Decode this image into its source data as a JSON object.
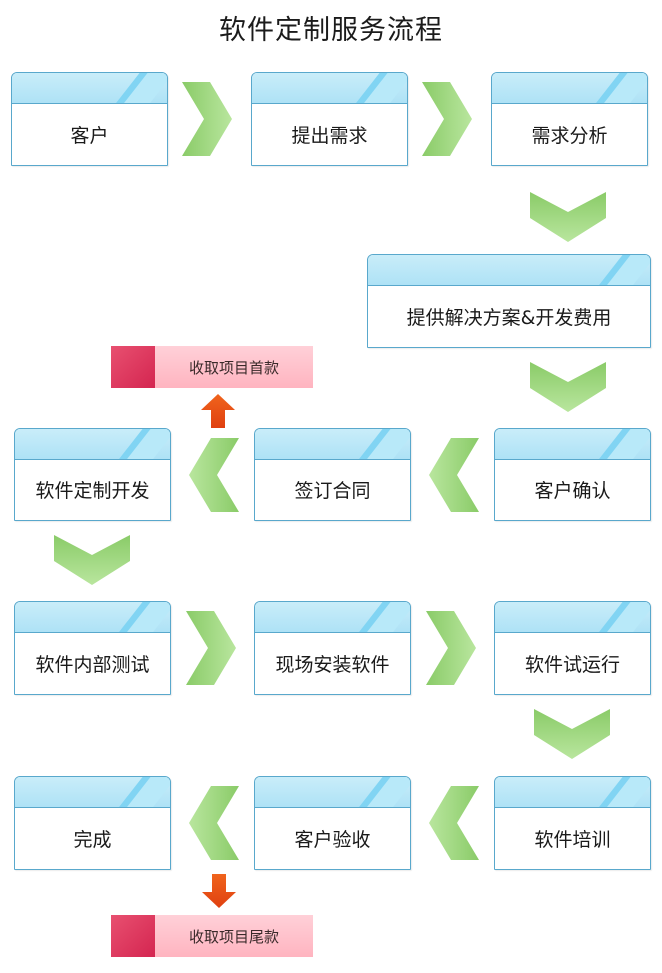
{
  "diagram": {
    "title": "软件定制服务流程",
    "steps": [
      {
        "id": "s1",
        "label": "客户"
      },
      {
        "id": "s2",
        "label": "提出需求"
      },
      {
        "id": "s3",
        "label": "需求分析"
      },
      {
        "id": "s4",
        "label": "提供解决方案&开发费用"
      },
      {
        "id": "s5",
        "label": "客户确认"
      },
      {
        "id": "s6",
        "label": "签订合同"
      },
      {
        "id": "s7",
        "label": "软件定制开发"
      },
      {
        "id": "s8",
        "label": "软件内部测试"
      },
      {
        "id": "s9",
        "label": "现场安装软件"
      },
      {
        "id": "s10",
        "label": "软件试运行"
      },
      {
        "id": "s11",
        "label": "软件培训"
      },
      {
        "id": "s12",
        "label": "客户验收"
      },
      {
        "id": "s13",
        "label": "完成"
      }
    ],
    "payments": [
      {
        "label": "收取项目首款",
        "attached_to": "签订合同"
      },
      {
        "label": "收取项目尾款",
        "attached_to": "客户验收"
      }
    ],
    "colors": {
      "box_border": "#59a8cc",
      "box_header": "#c9edf9",
      "box_header_stripe": "#7dd3f2",
      "arrow_green": "#8fd070",
      "payment_arrow": "#e8501a",
      "payment_square": "#d42550",
      "payment_bg": "#ffc4cc"
    }
  }
}
